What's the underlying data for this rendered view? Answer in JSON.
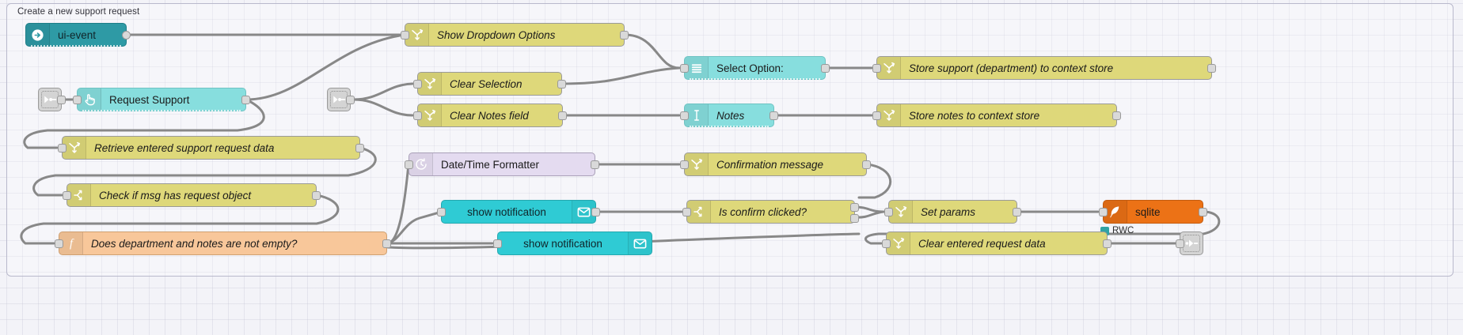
{
  "group": {
    "label": "Create a new support request"
  },
  "palette": {
    "ui_teal": "#2e9aa5",
    "ui_light_teal": "#87dede",
    "change_yellow": "#ded87a",
    "switch_yellow": "#ded87a",
    "function_orange": "#f8c79a",
    "sqlite_orange": "#ec7216",
    "datetime_purple": "#e4dbf0",
    "notify_cyan": "#2fcbd4",
    "link_gray": "#d4d4d4",
    "wire_gray": "#888888",
    "canvas_bg": "#f3f3f8",
    "status_teal": "#31a3a3"
  },
  "nodes": [
    {
      "id": "ui-event",
      "label": "ui-event",
      "icon": "arrow-right-circle-icon",
      "italic": false
    },
    {
      "id": "show-dropdown",
      "label": "Show Dropdown Options",
      "icon": "change-arrows-icon",
      "italic": true
    },
    {
      "id": "select-option",
      "label": "Select Option:",
      "icon": "dropdown-list-icon",
      "italic": false
    },
    {
      "id": "store-support",
      "label": "Store support (department) to context store",
      "icon": "change-arrows-icon",
      "italic": true
    },
    {
      "id": "link-in-1",
      "label": "",
      "icon": "link-in-icon",
      "italic": false
    },
    {
      "id": "request-support",
      "label": "Request Support",
      "icon": "pointer-hand-icon",
      "italic": false
    },
    {
      "id": "link-in-2",
      "label": "",
      "icon": "link-in-icon",
      "italic": false
    },
    {
      "id": "clear-selection",
      "label": "Clear Selection",
      "icon": "change-arrows-icon",
      "italic": true
    },
    {
      "id": "clear-notes",
      "label": "Clear Notes field",
      "icon": "change-arrows-icon",
      "italic": true
    },
    {
      "id": "notes",
      "label": "Notes",
      "icon": "text-cursor-icon",
      "italic": true
    },
    {
      "id": "store-notes",
      "label": "Store notes to context store",
      "icon": "change-arrows-icon",
      "italic": true
    },
    {
      "id": "retrieve-data",
      "label": "Retrieve entered support request data",
      "icon": "change-arrows-icon",
      "italic": true
    },
    {
      "id": "datetime-formatter",
      "label": "Date/Time Formatter",
      "icon": "clock-icon",
      "italic": false
    },
    {
      "id": "confirmation-message",
      "label": "Confirmation message",
      "icon": "change-arrows-icon",
      "italic": true
    },
    {
      "id": "check-msg",
      "label": "Check if msg has request object",
      "icon": "switch-branch-icon",
      "italic": true
    },
    {
      "id": "show-notification-1",
      "label": "show notification",
      "icon": "envelope-icon",
      "italic": false
    },
    {
      "id": "is-confirm-clicked",
      "label": "Is confirm clicked?",
      "icon": "switch-branch-icon",
      "italic": true
    },
    {
      "id": "set-params",
      "label": "Set params",
      "icon": "change-arrows-icon",
      "italic": true
    },
    {
      "id": "sqlite",
      "label": "sqlite",
      "icon": "feather-icon",
      "italic": false
    },
    {
      "id": "does-dept-notes",
      "label": "Does department and notes are not empty?",
      "icon": "function-f-icon",
      "italic": true
    },
    {
      "id": "show-notification-2",
      "label": "show notification",
      "icon": "envelope-icon",
      "italic": false
    },
    {
      "id": "clear-request-data",
      "label": "Clear entered request data",
      "icon": "change-arrows-icon",
      "italic": true
    },
    {
      "id": "link-out-1",
      "label": "",
      "icon": "link-out-icon",
      "italic": false
    }
  ],
  "status": {
    "sqlite_status": "RWC"
  }
}
